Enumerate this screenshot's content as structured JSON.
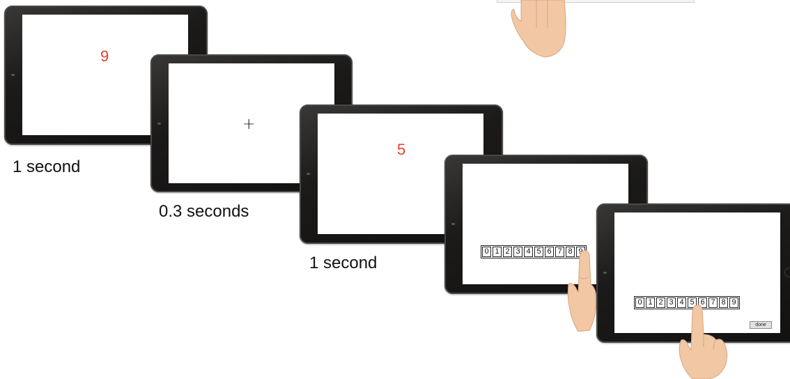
{
  "steps": [
    {
      "stimulus": "9",
      "caption": "1 second"
    },
    {
      "stimulus": "+",
      "caption": "0.3 seconds"
    },
    {
      "stimulus": "5",
      "caption": "1 second"
    },
    {
      "keypad": [
        "0",
        "1",
        "2",
        "3",
        "4",
        "5",
        "6",
        "7",
        "8",
        "9"
      ]
    },
    {
      "keypad": [
        "0",
        "1",
        "2",
        "3",
        "4",
        "5",
        "6",
        "7",
        "8",
        "9"
      ],
      "done_label": "done"
    }
  ],
  "colors": {
    "digit": "#e8402a",
    "bezel": "#1b1a19",
    "skin": "#f1c7a4"
  },
  "icons": [
    "fixation-cross",
    "tapping-hand-icon"
  ]
}
